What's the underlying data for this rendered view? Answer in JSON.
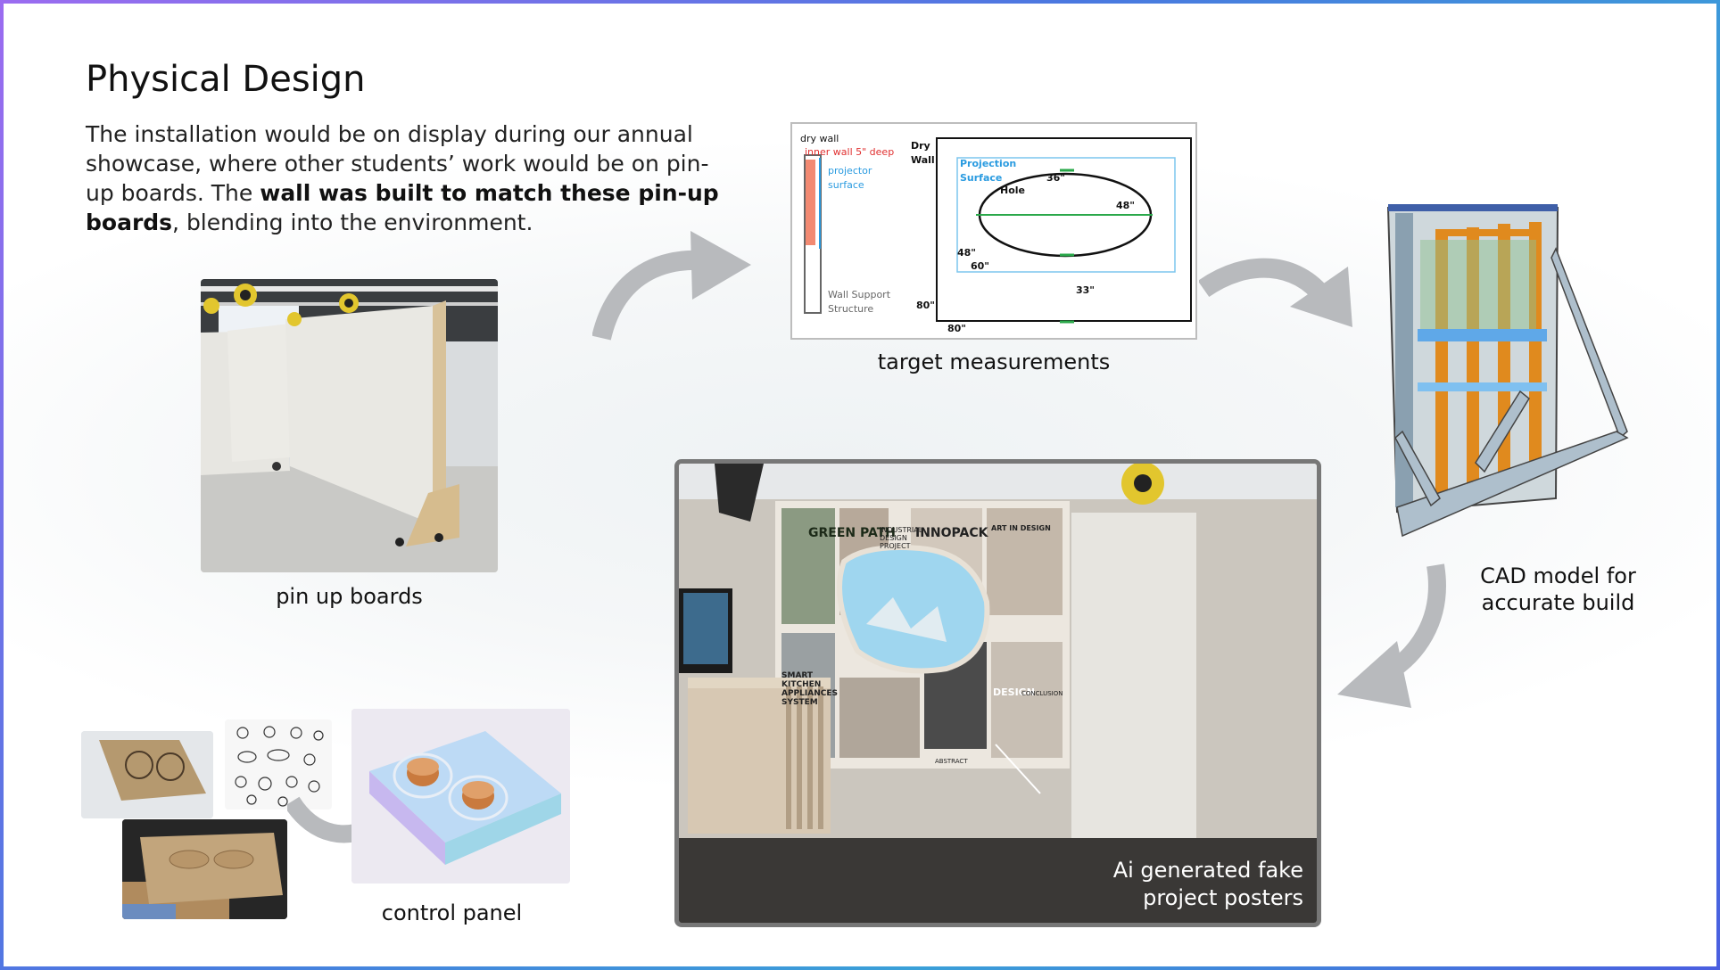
{
  "slide": {
    "title": "Physical Design",
    "intro": {
      "part1": "The installation would be on display during our annual showcase, where other students’ work would be on pin-up boards. The ",
      "bold": "wall was built to match these pin-up boards",
      "part2": ", blending into the environment."
    }
  },
  "captions": {
    "pinup": "pin up boards",
    "target": "target measurements",
    "cad_line1": "CAD model for",
    "cad_line2": "accurate build",
    "control": "control panel"
  },
  "diagram": {
    "dry_wall": "dry wall",
    "inner_wall": "inner wall 5\" deep",
    "projector_line1": "projector",
    "projector_line2": "surface",
    "support_line1": "Wall Support",
    "support_line2": "Structure",
    "dry_line1": "Dry",
    "dry_line2": "Wall",
    "projection_line1": "Projection",
    "projection_line2": "Surface",
    "hole": "Hole",
    "m36": "36\"",
    "m48a": "48\"",
    "m48b": "48\"",
    "m60": "60\"",
    "m33": "33\"",
    "m80a": "80\"",
    "m80b": "80\""
  },
  "main_photo": {
    "annotation_line1": "Ai generated fake",
    "annotation_line2": "project posters",
    "posters": [
      "GREEN PATH",
      "INDUSTRIAL DESIGN PROJECT",
      "INNOPACK",
      "ART IN DESIGN",
      "SMART KITCHEN APPLIANCES SYSTEM",
      "DESIGN",
      "CONCLUSION",
      "ABSTRACT"
    ]
  },
  "colors": {
    "arrow": "#b8babd",
    "accent_red": "#e03030",
    "accent_blue": "#2a9be0",
    "accent_green": "#2aa84a"
  }
}
